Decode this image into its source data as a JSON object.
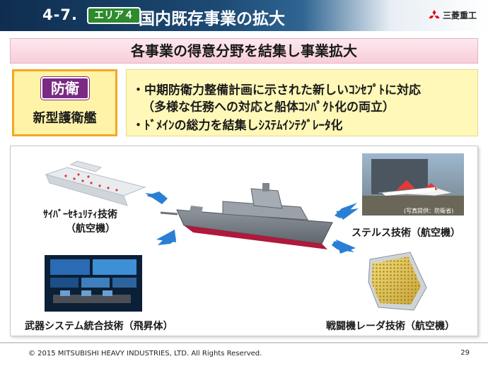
{
  "header": {
    "number": "4-7.",
    "area_badge": "エリア４",
    "title": "国内既存事業の拡大",
    "logo_text": "三菱重工",
    "logo_icon": "mitsubishi-three-diamonds-icon"
  },
  "banner": {
    "text": "各事業の得意分野を結集し事業拡大"
  },
  "left_box": {
    "badge": "防衛",
    "label": "新型護衛艦"
  },
  "right_box": {
    "bullet1": "・中期防衛力整備計画に示された新しいｺﾝｾﾌﾟﾄに対応",
    "bullet1_sub": "（多様な任務への対応と船体ｺﾝﾊﾟｸﾄ化の両立）",
    "bullet2": "・ﾄﾞﾒｲﾝの総力を結集しｼｽﾃﾑｲﾝﾃｸﾞﾚｰﾀ化"
  },
  "panel": {
    "cyber_caption_1": "ｻｲﾊﾞｰｾｷｭﾘﾃｨ技術",
    "cyber_caption_2": "（航空機）",
    "weapons_caption": "武器システム統合技術（飛昇体）",
    "stealth_caption": "ステルス技術（航空機）",
    "photo_credit": "(写真提供：防衛省)",
    "radar_caption": "戦闘機レーダ技術（航空機）"
  },
  "colors": {
    "header_dark": "#0f2d4f",
    "area_badge_green": "#2e8a2e",
    "defense_purple": "#7a2a83",
    "banner_pink": "#f8cdd9",
    "yellow_box": "#fff3a8",
    "orange_border": "#f5a623",
    "arrow_blue": "#2a7fd4"
  },
  "footer": {
    "copyright": "© 2015 MITSUBISHI HEAVY INDUSTRIES, LTD.  All Rights Reserved.",
    "page": "29"
  }
}
